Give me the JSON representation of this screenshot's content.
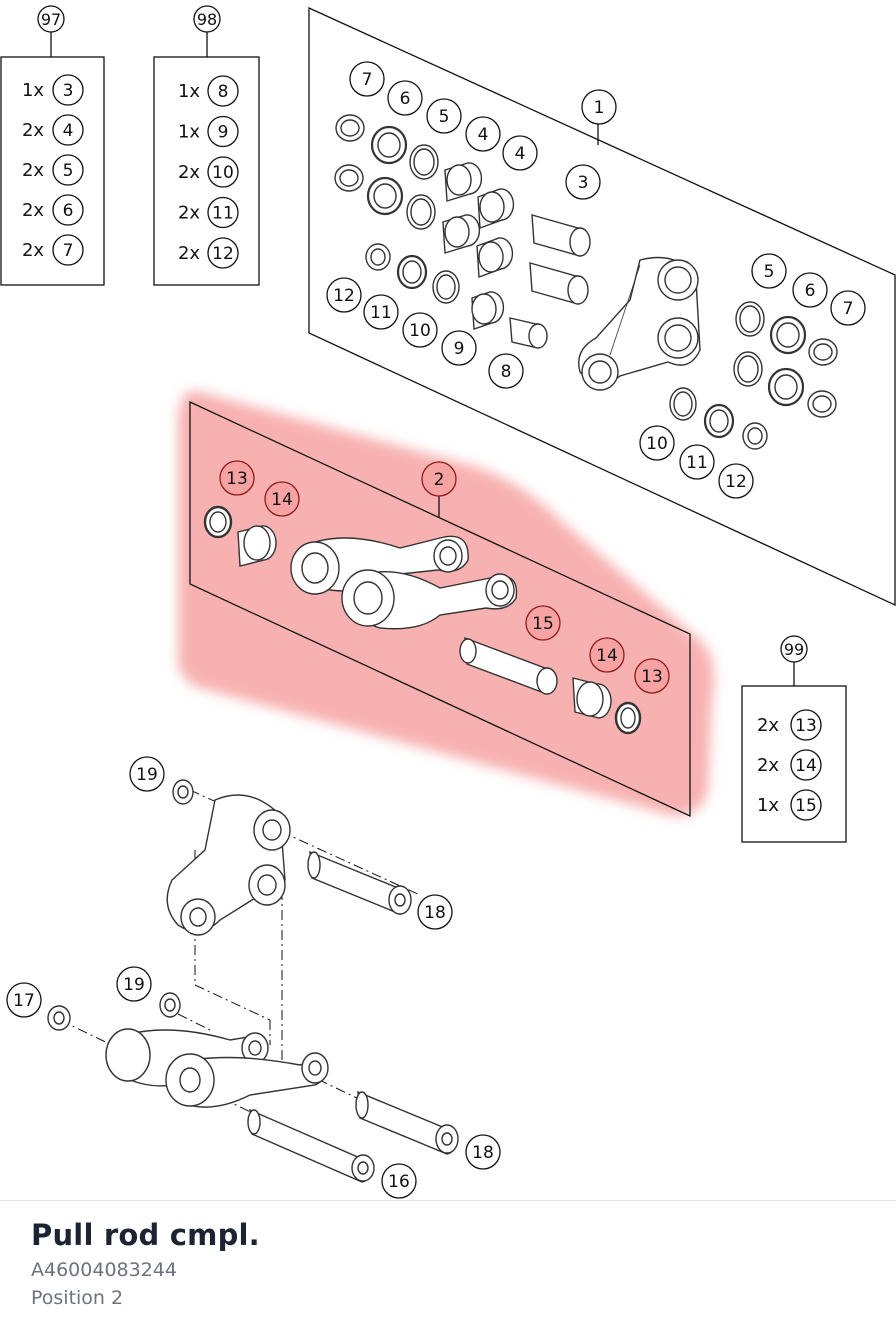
{
  "diagram": {
    "callouts": {
      "c97": "97",
      "c98": "98",
      "c99": "99",
      "c1": "1",
      "c2": "2",
      "c3": "3",
      "c4a": "4",
      "c4b": "4",
      "c5a": "5",
      "c5b": "5",
      "c6a": "6",
      "c6b": "6",
      "c7a": "7",
      "c7b": "7",
      "c8": "8",
      "c9": "9",
      "c10a": "10",
      "c10b": "10",
      "c11a": "11",
      "c11b": "11",
      "c12a": "12",
      "c12b": "12",
      "c13a": "13",
      "c13b": "13",
      "c14a": "14",
      "c14b": "14",
      "c15": "15",
      "c16": "16",
      "c17": "17",
      "c18a": "18",
      "c18b": "18",
      "c19a": "19",
      "c19b": "19"
    },
    "kits": {
      "k97": [
        {
          "qty": "1x",
          "part": "3"
        },
        {
          "qty": "2x",
          "part": "4"
        },
        {
          "qty": "2x",
          "part": "5"
        },
        {
          "qty": "2x",
          "part": "6"
        },
        {
          "qty": "2x",
          "part": "7"
        }
      ],
      "k98": [
        {
          "qty": "1x",
          "part": "8"
        },
        {
          "qty": "1x",
          "part": "9"
        },
        {
          "qty": "2x",
          "part": "10"
        },
        {
          "qty": "2x",
          "part": "11"
        },
        {
          "qty": "2x",
          "part": "12"
        }
      ],
      "k99": [
        {
          "qty": "2x",
          "part": "13"
        },
        {
          "qty": "2x",
          "part": "14"
        },
        {
          "qty": "1x",
          "part": "15"
        }
      ]
    },
    "highlight_color": "#f7a3a3",
    "callout_highlight_text": "#8b1a1a"
  },
  "info": {
    "title": "Pull rod cmpl.",
    "part_number": "A46004083244",
    "position": "Position 2"
  }
}
